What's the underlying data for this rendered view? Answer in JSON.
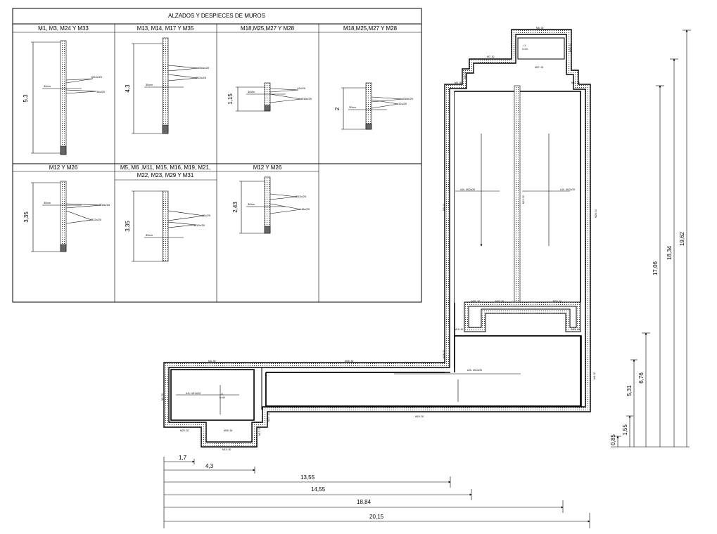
{
  "table": {
    "title": "ALZADOS Y DESPIECES DE MUROS",
    "cells": [
      {
        "header": "M1, M3, M24 Y M33",
        "height": "5,3",
        "width": "30cm",
        "bar1": "Ø12c/20",
        "bar2": "16c/20"
      },
      {
        "header": "M13, M14, M17 Y M35",
        "height": "4,3",
        "width": "30cm",
        "bar1": "Ø16c/20",
        "bar2": "Ø12c/20"
      },
      {
        "header": "M18,M25,M27 Y M28",
        "height": "1,15",
        "width": "30cm",
        "bar1": "12c/20",
        "bar2": "Ø16c/20"
      },
      {
        "header": "M18,M25,M27 Y M28",
        "height": "2",
        "width": "30cm",
        "bar1": "Ø16c/20",
        "bar2": "12c/20"
      },
      {
        "header": "M12 Y M26",
        "height": "3,35",
        "width": "30cm",
        "bar1": "Ø16c/16",
        "bar2": "Ø12c/20"
      },
      {
        "header_line1": "M5, M6 ,M11, M15, M16, M19, M21,",
        "header_line2": "M22, M23, M29 Y M31",
        "height": "3,35",
        "width": "30cm",
        "bar1": "16c/20",
        "bar2": "Ø12c/20"
      },
      {
        "header": "M12 Y M26",
        "height": "2,43",
        "width": "30cm",
        "bar1": "Ø12c/20",
        "bar2": "16c/20"
      }
    ]
  },
  "plan": {
    "wall_labels": [
      "M8: 30",
      "M7: 30",
      "M6: 30",
      "M5: 30",
      "M37: 30",
      "M11: 30",
      "M36: 30",
      "M10: 30",
      "M9: 30",
      "M31: 30",
      "M32: 30",
      "M33: 30",
      "M19: 30",
      "M21: 30",
      "M28: 30",
      "M26: 30",
      "M3: 30",
      "M25: 30",
      "M1: 30",
      "M20: 30",
      "M30: 30",
      "M14: 30",
      "M17: 30",
      "M27: 30",
      "M16: 30",
      "M4: 30"
    ],
    "rebar_labels": [
      "A.B.: Ø12c/20",
      "A.B.: Ø12c/20",
      "A.B.: Ø12c/20",
      "A.B.: Ø12c/20"
    ],
    "slab_labels": [
      "L1",
      "h=40"
    ]
  },
  "dims_horizontal": [
    "1,7",
    "4,3",
    "13,55",
    "14,55",
    "18,84",
    "20,15"
  ],
  "dims_vertical": [
    "0,85",
    "1,55",
    "5,31",
    "6,76",
    "17,06",
    "18,34",
    "19,62"
  ]
}
